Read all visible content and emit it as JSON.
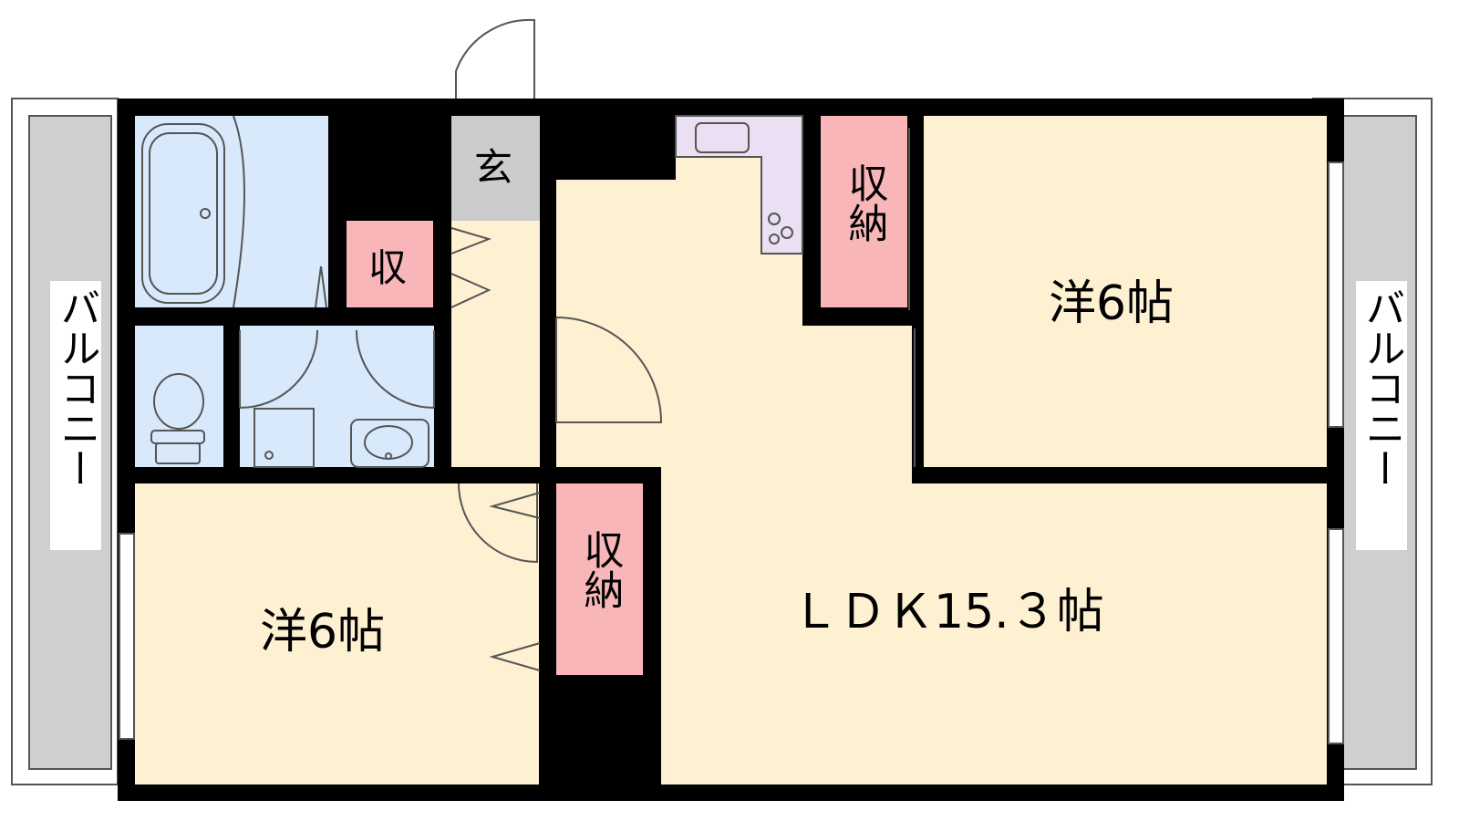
{
  "rooms": {
    "western_room_right": "洋6帖",
    "western_room_left": "洋6帖",
    "ldk": "ＬＤＫ15.３帖",
    "entrance": "玄",
    "storage_small": "収",
    "storage_upper": "収納",
    "storage_lower": "収納"
  },
  "balconies": {
    "left": "バルコニー",
    "right": "バルコニー"
  },
  "colors": {
    "wall": "#000000",
    "room_floor": "#fdf1d2",
    "storage": "#f8b6b9",
    "wet_area": "#d8e9fb",
    "kitchen": "#eadff3",
    "entrance": "#cccccc",
    "balcony": "#cfcfcf"
  }
}
